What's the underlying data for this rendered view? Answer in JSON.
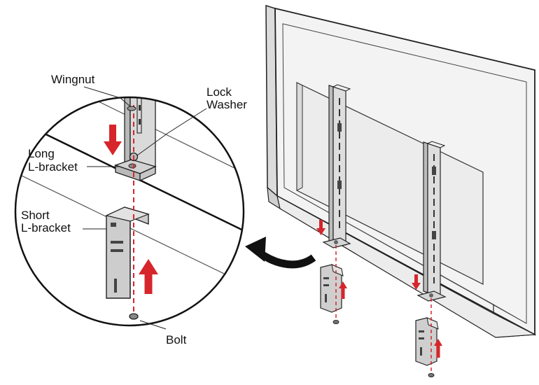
{
  "labels": {
    "wingnut": "Wingnut",
    "lock_washer_line1": "Lock",
    "lock_washer_line2": "Washer",
    "long_bracket_line1": "Long",
    "long_bracket_line2": "L-bracket",
    "short_bracket_line1": "Short",
    "short_bracket_line2": "L-bracket",
    "bolt": "Bolt"
  },
  "colors": {
    "outline": "#222222",
    "tv_fill": "#f4f4f4",
    "tv_side": "#d9d9d9",
    "metal": "#c8c8c8",
    "metal_dark": "#9a9a9a",
    "arrow_red": "#d6252b",
    "dash_red": "#d6252b"
  }
}
